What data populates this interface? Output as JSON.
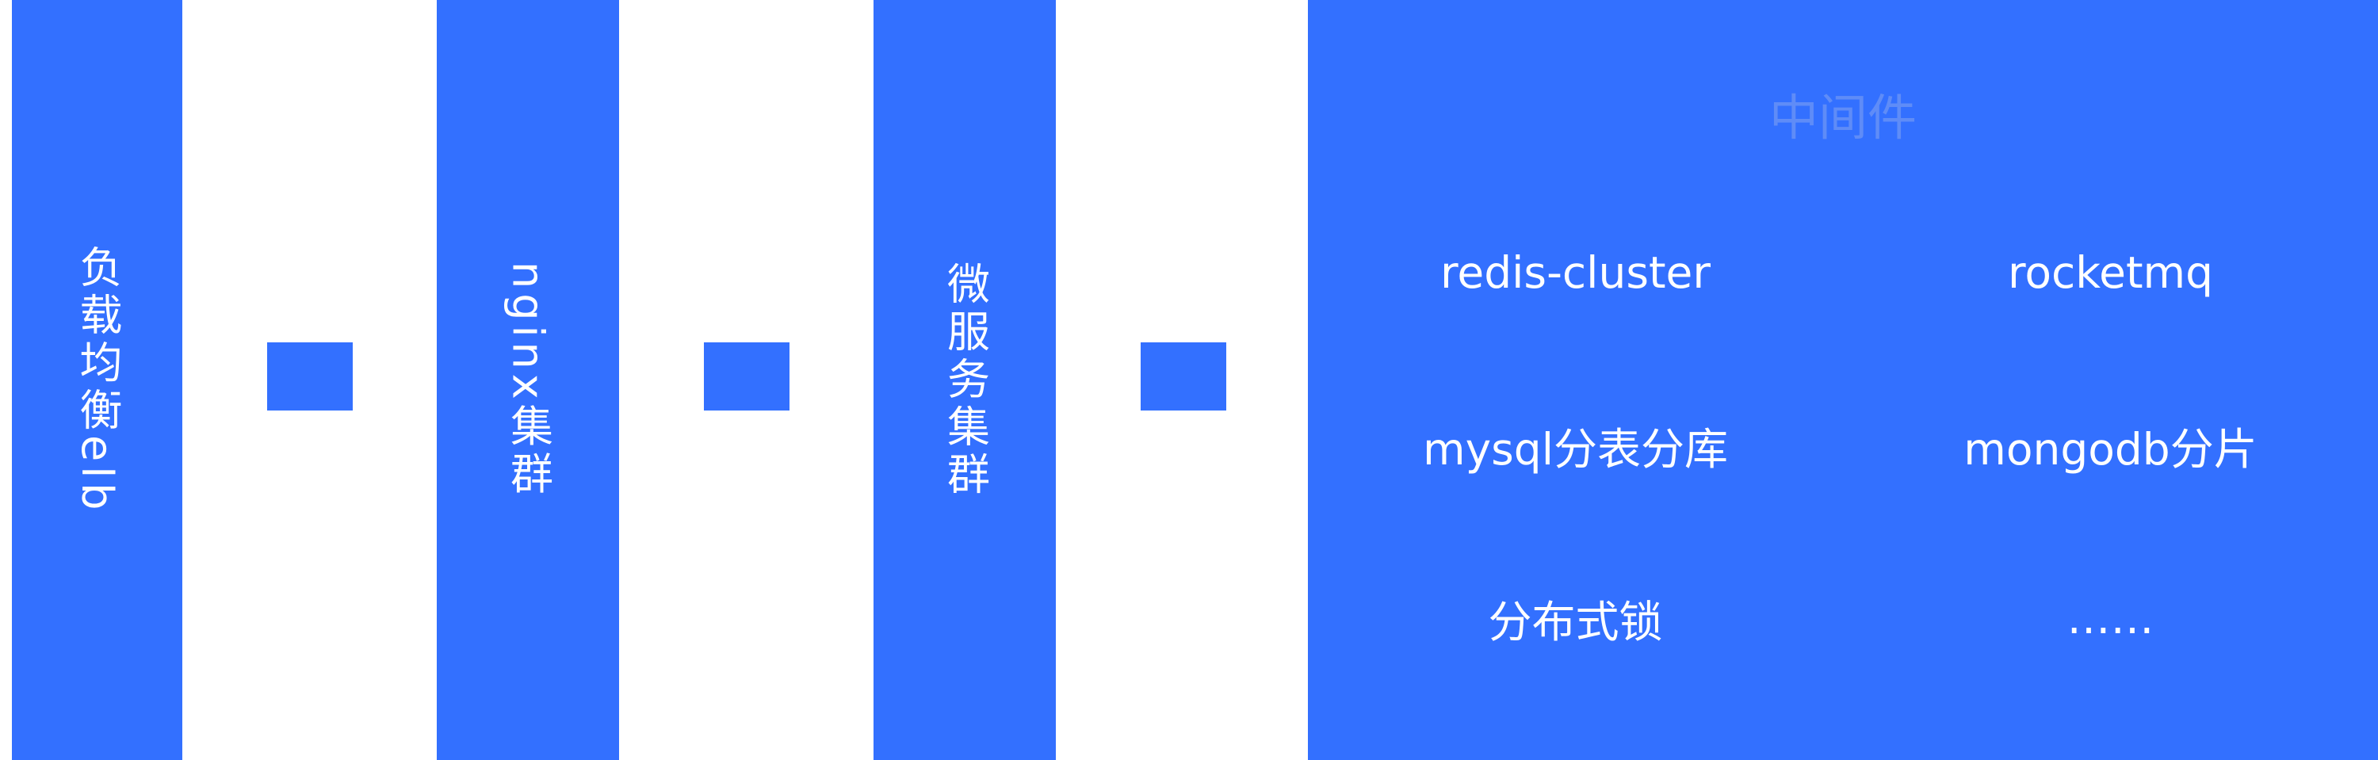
{
  "diagram": {
    "stages": [
      {
        "label": "负载均衡elb"
      },
      {
        "label": "nginx集群"
      },
      {
        "label": "微服务集群"
      }
    ],
    "middleware": {
      "title": "中间件",
      "items": [
        {
          "label": "redis-cluster"
        },
        {
          "label": "rocketmq"
        },
        {
          "label": "mysql分表分库"
        },
        {
          "label": "mongodb分片"
        },
        {
          "label": "分布式锁"
        },
        {
          "label": "……"
        }
      ]
    },
    "colors": {
      "primary_blue": "#3370ff",
      "panel_title_text": "#5f8cf7",
      "label_text": "#ffffff",
      "background": "#ffffff"
    }
  }
}
